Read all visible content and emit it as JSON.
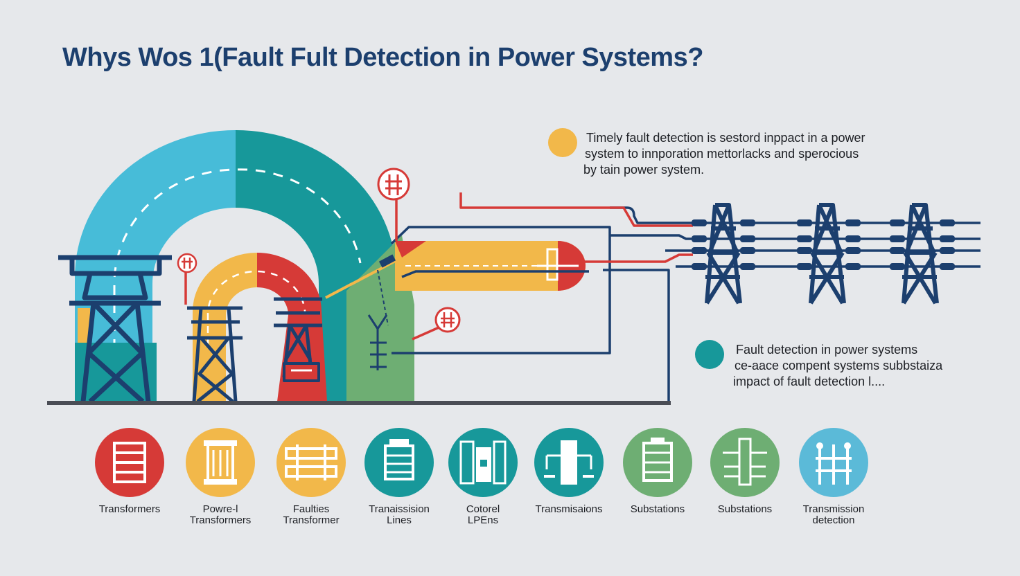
{
  "title": "Whys Wos 1(Fault Fult Detection in Power Systems?",
  "notes": {
    "top": {
      "dot_color": "#f2b84a",
      "lines": [
        "Timely fault detection is sestord inppact in a power",
        "system to innporation mettorlacks and sperocious",
        "by tain power system."
      ]
    },
    "bottom": {
      "dot_color": "#17989a",
      "lines": [
        "Fault detection in power systems",
        "ce-aace compent systems subbstaiza",
        "impact of fault detection l...."
      ]
    }
  },
  "categories": [
    {
      "color": "#d63a37",
      "icon": "transformer-icon",
      "label": [
        "Transformers"
      ]
    },
    {
      "color": "#f2b84a",
      "icon": "power-transformer-icon",
      "label": [
        "Powre-l",
        "Transformers"
      ]
    },
    {
      "color": "#f2b84a",
      "icon": "faults-transformer-icon",
      "label": [
        "Faulties",
        "Transformer"
      ]
    },
    {
      "color": "#17989a",
      "icon": "transmission-lines-icon",
      "label": [
        "Tranaissision",
        "Lines"
      ]
    },
    {
      "color": "#17989a",
      "icon": "control-panel-icon",
      "label": [
        "Cotorel",
        "LPEns"
      ]
    },
    {
      "color": "#17989a",
      "icon": "transmission-icon",
      "label": [
        "Transmisaions"
      ]
    },
    {
      "color": "#6eae73",
      "icon": "substation-icon",
      "label": [
        "Substations"
      ]
    },
    {
      "color": "#6eae73",
      "icon": "substation-grid-icon",
      "label": [
        "Substations"
      ]
    },
    {
      "color": "#5bbad8",
      "icon": "detection-icon",
      "label": [
        "Transmission",
        "detection"
      ]
    }
  ],
  "colors": {
    "navy": "#1c3f6e",
    "red": "#d63a37",
    "yellow": "#f2b84a",
    "teal": "#17989a",
    "light_blue": "#47bcd8",
    "green": "#6eae73",
    "ground": "#4a4d55"
  }
}
